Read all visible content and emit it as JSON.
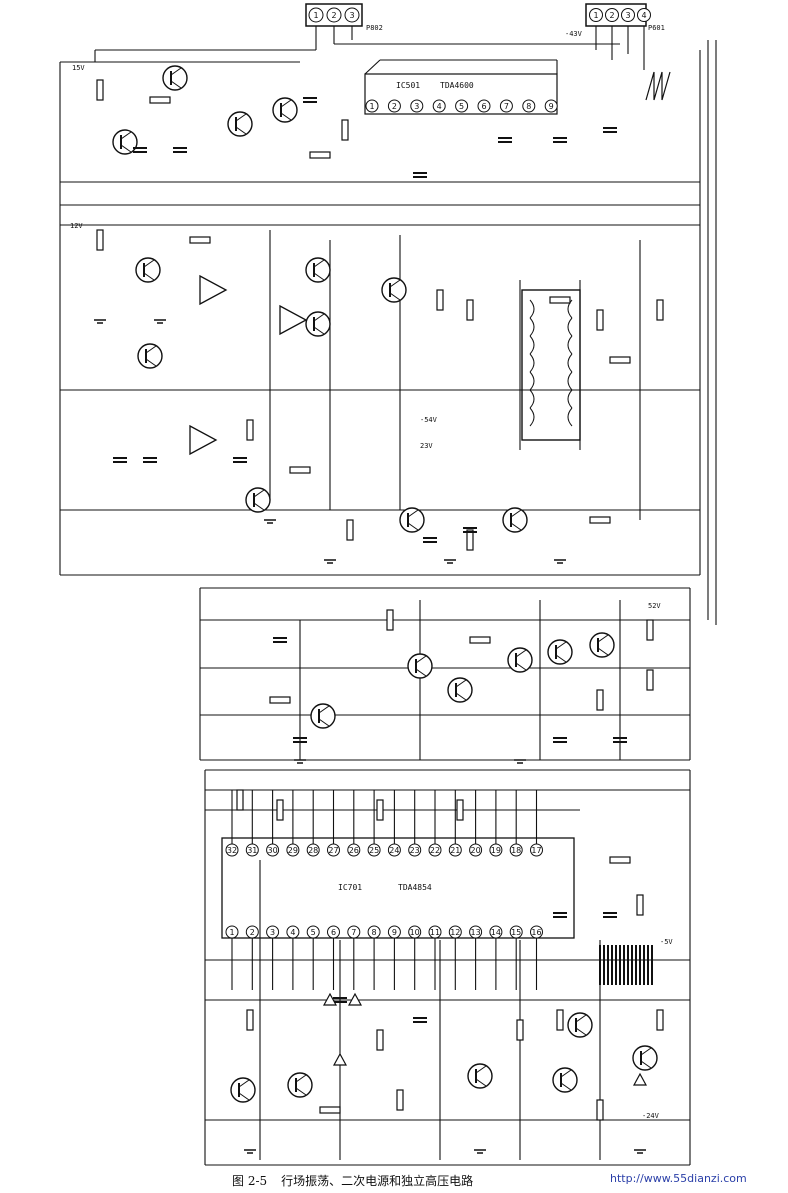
{
  "caption": {
    "figure_number": "图 2-5",
    "title": "行场振荡、二次电源和独立高压电路"
  },
  "watermark": "http://www.55dianzi.com",
  "chips": {
    "ic501": {
      "ref": "IC501",
      "part": "TDA4600"
    },
    "ic701": {
      "ref": "IC701",
      "part": "TDA4854"
    }
  },
  "connectors": {
    "left": {
      "ref": "P802",
      "pins": [
        "1",
        "2",
        "3"
      ]
    },
    "right": {
      "ref": "P601",
      "pins": [
        "1",
        "2",
        "3",
        "4"
      ]
    }
  },
  "rail_labels": [
    "15V",
    "-43V",
    "12V",
    "-54V",
    "23V",
    "52V",
    "-5V",
    "-24V"
  ],
  "ic701_top_pins": [
    "32",
    "31",
    "30",
    "29",
    "28",
    "27",
    "26",
    "25",
    "24",
    "23",
    "22",
    "21",
    "20",
    "19",
    "18",
    "17"
  ],
  "ic701_bottom_pins": [
    "1",
    "2",
    "3",
    "4",
    "5",
    "6",
    "7",
    "8",
    "9",
    "10",
    "11",
    "12",
    "13",
    "14",
    "15",
    "16"
  ],
  "ic501_pins": [
    "1",
    "2",
    "3",
    "4",
    "5",
    "6",
    "7",
    "8",
    "9"
  ]
}
